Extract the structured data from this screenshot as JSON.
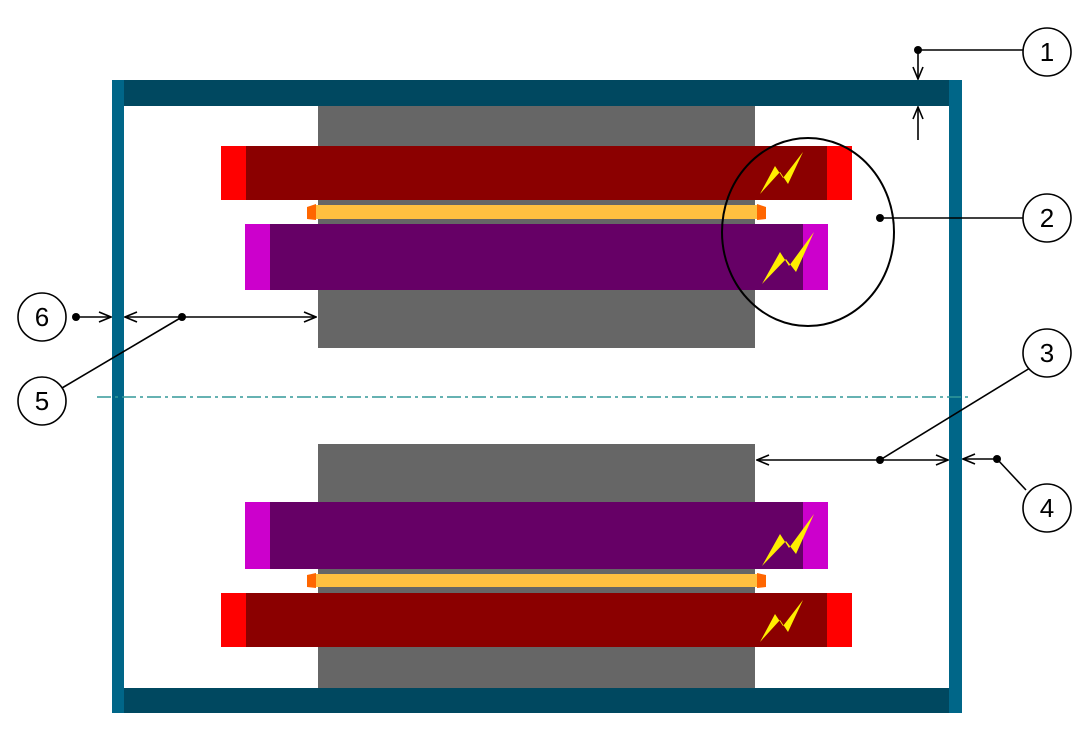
{
  "labels": [
    "1",
    "2",
    "3",
    "4",
    "5",
    "6"
  ],
  "colors": {
    "frame_side": "#006688",
    "frame_yoke": "#004860",
    "core": "#666666",
    "outer_winding": "#8b0000",
    "outer_winding_end": "#ff0000",
    "inner_winding": "#660066",
    "inner_winding_end": "#cc00cc",
    "insulation": "#ffc040",
    "insulation_end": "#ff6600",
    "fault": "#ffee00",
    "axis": "#339999"
  }
}
